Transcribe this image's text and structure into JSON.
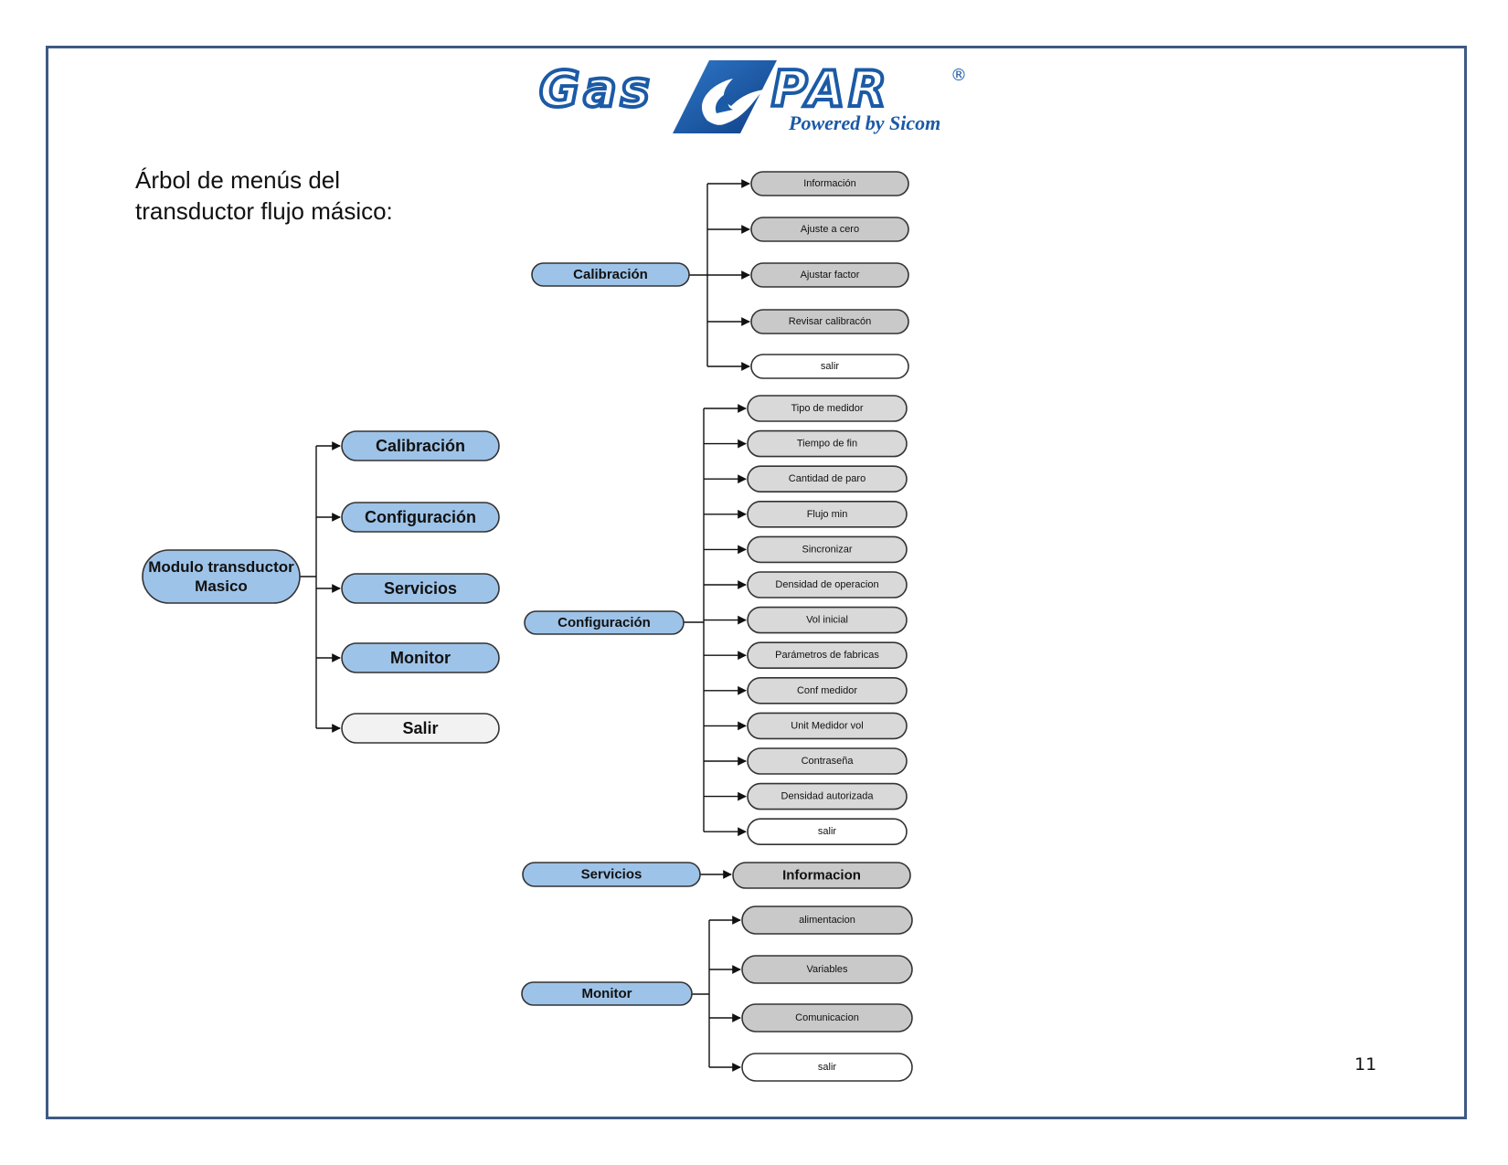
{
  "header": {
    "brand": "GasPAR",
    "brand_left": "Gas",
    "brand_right": "PAR",
    "trademark": "®",
    "tagline": "Powered by Sicom"
  },
  "intro": {
    "line1": "Árbol de menús del",
    "line2": "transductor flujo másico:"
  },
  "page_number": "11",
  "colors": {
    "frame": "#3f5a84",
    "brand_blue": "#1b5aa6",
    "node_blue": "#9ec3e8",
    "node_gray": "#c9c9c9",
    "node_light_gray": "#d9d9d9",
    "node_white": "#ffffff",
    "node_off_white": "#f2f2f2"
  },
  "tree": {
    "root": "Modulo transductor Masico",
    "root_lines": [
      "Modulo transductor",
      "Masico"
    ],
    "main_menu": [
      "Calibración",
      "Configuración",
      "Servicios",
      "Monitor",
      "Salir"
    ],
    "calibracion": {
      "label": "Calibración",
      "items": [
        "Información",
        "Ajuste a cero",
        "Ajustar factor",
        "Revisar calibracón",
        "salir"
      ]
    },
    "configuracion": {
      "label": "Configuración",
      "items": [
        "Tipo de medidor",
        "Tiempo de fin",
        "Cantidad de paro",
        "Flujo min",
        "Sincronizar",
        "Densidad de operacion",
        "Vol inicial",
        "Parámetros de fabricas",
        "Conf medidor",
        "Unit Medidor vol",
        "Contraseña",
        "Densidad autorizada",
        "salir"
      ]
    },
    "servicios": {
      "label": "Servicios",
      "items": [
        "Informacion"
      ]
    },
    "monitor": {
      "label": "Monitor",
      "items": [
        "alimentacion",
        "Variables",
        "Comunicacion",
        "salir"
      ]
    }
  }
}
